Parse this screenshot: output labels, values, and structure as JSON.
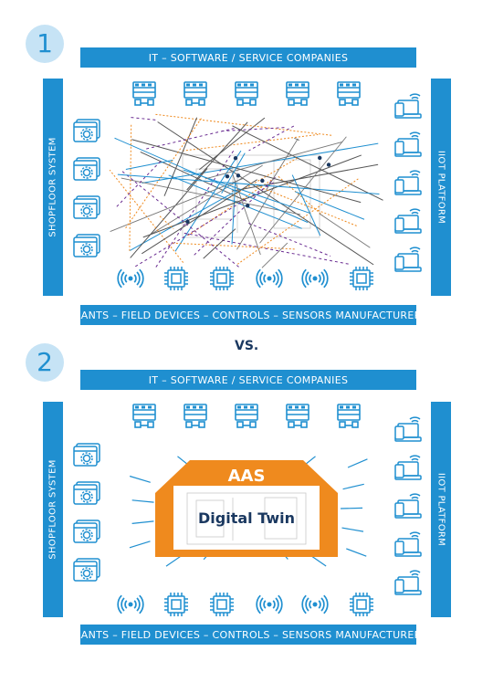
{
  "panel1": {
    "number": "1",
    "top_label": "IT – SOFTWARE / SERVICE COMPANIES",
    "bottom_label": "PLANTS – FIELD DEVICES – CONTROLS – SENSORS MANUFACTURERS",
    "left_label": "SHOPFLOOR SYSTEM",
    "right_label": "IIOT PLATFORM"
  },
  "vs_label": "VS.",
  "panel2": {
    "number": "2",
    "top_label": "IT – SOFTWARE / SERVICE COMPANIES",
    "bottom_label": "PLANTS – FIELD DEVICES – CONTROLS – SENSORS MANUFACTURERS",
    "left_label": "SHOPFLOOR SYSTEM",
    "right_label": "IIOT PLATFORM",
    "hub_title": "AAS",
    "hub_subtitle": "Digital Twin"
  },
  "colors": {
    "primary_blue": "#1f8fd0",
    "badge_bg": "#c6e3f5",
    "orange": "#ef8a1e",
    "navy": "#1a3860"
  },
  "icons": {
    "top_row": "server-rack-icon",
    "left_column": "settings-window-icon",
    "right_column": "wireless-laptop-icon",
    "bottom_row": [
      "wireless-signal-icon",
      "chip-icon",
      "chip-icon",
      "wireless-signal-icon",
      "wireless-signal-icon",
      "chip-icon"
    ]
  }
}
